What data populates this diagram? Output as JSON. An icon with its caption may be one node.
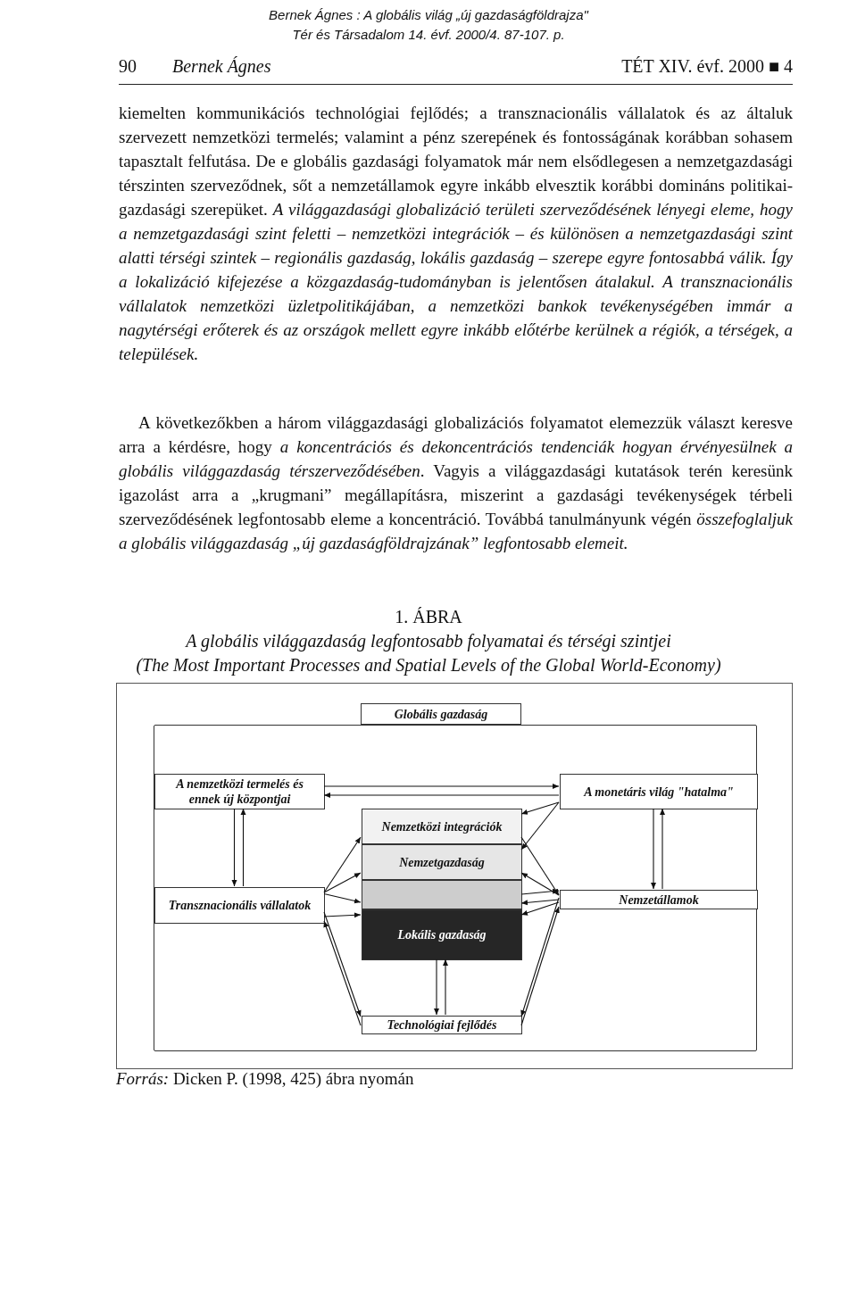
{
  "diagram": {
    "title": "A globális világgazdaság legfontosabb folyamatai és térségi szintjei",
    "caption": "*Forrás:* Dicken P. (1998, 425) ábra nyomán",
    "nodes": [
      {
        "text": [
          "Globális gazdaság"
        ]
      },
      {
        "text": [],
        "shape": "box"
      },
      {
        "text": [
          "A nemzetközi termelés és ennek új központjai"
        ],
        "in": 1
      },
      {
        "text": [
          "A monetáris világ \"hatalma\""
        ],
        "in": 1
      },
      {
        "text": [
          "Nemzetközi integrációk"
        ],
        "in": 1
      },
      {
        "text": [
          "Nemzetgazdaság"
        ],
        "in": 1
      },
      {
        "text": [],
        "shape": "bar",
        "in": 1
      },
      {
        "text": [
          "Transznacionális vállalatok"
        ],
        "in": 1
      },
      {
        "text": [
          "Nemzetállamok"
        ],
        "in": 1
      },
      {
        "text": [
          "Lokális gazdaság"
        ],
        "in": 1
      },
      {
        "text": [
          "Technológiai fejlődés"
        ],
        "in": 1
      }
    ],
    "edges": [
      {
        "from": 2,
        "to": 3,
        "arrow": "to"
      },
      {
        "from": 3,
        "to": 2,
        "arrow": "to"
      },
      {
        "from": 2,
        "to": 7,
        "arrow": "to"
      },
      {
        "from": 7,
        "to": 2,
        "arrow": "to"
      },
      {
        "from": 3,
        "to": 8,
        "arrow": "to"
      },
      {
        "from": 8,
        "to": 3,
        "arrow": "to"
      },
      {
        "from": 7,
        "to": 4,
        "arrow": "to"
      },
      {
        "from": 7,
        "to": 5,
        "arrow": "to"
      },
      {
        "from": 7,
        "to": 6,
        "arrow": "to"
      },
      {
        "from": 7,
        "to": 9,
        "arrow": "to"
      },
      {
        "from": 3,
        "to": 4,
        "arrow": "to"
      },
      {
        "from": 3,
        "to": 5,
        "arrow": "to"
      },
      {
        "from": 4,
        "to": 8,
        "arrow": "to"
      },
      {
        "from": 8,
        "to": 5,
        "arrow": "to"
      },
      {
        "from": 8,
        "to": 6,
        "arrow": "to"
      },
      {
        "from": 6,
        "to": 8,
        "arrow": "to"
      },
      {
        "from": 8,
        "to": 9,
        "arrow": "to"
      },
      {
        "from": 7,
        "to": 10,
        "arrow": "to"
      },
      {
        "from": 10,
        "to": 7,
        "arrow": "to"
      },
      {
        "from": 9,
        "to": 10,
        "arrow": "to"
      },
      {
        "from": 10,
        "to": 9,
        "arrow": "to"
      },
      {
        "from": 10,
        "to": 8,
        "arrow": "to"
      },
      {
        "from": 8,
        "to": 10,
        "arrow": "to"
      }
    ],
    "labels": [
      "Bernek Ágnes : A globális világ „új gazdaságföldrajza\"",
      "Tér és Társadalom 14. évf. 2000/4. 87-107. p.",
      "90",
      "Bernek Ágnes",
      "TÉT XIV. évf. 2000 ■ 4",
      "kiemelten kommunikációs technológiai fejlődés; a transznacionális vállalatok és az általuk szervezett nemzetközi termelés; valamint a pénz szerepének és fontosságának korábban sohasem tapasztalt felfutása. De e globális gazdasági folyamatok már nem elsődlegesen a nemzetgazdasági térszinten szerveződnek, sőt a nemzetállamok egyre inkább elvesztik korábbi domináns politikai-gazdasági szerepüket. *A világgazdasági globalizáció területi szerveződésének lényegi eleme, hogy a nemzetgazdasági szint feletti – nemzetközi integrációk – és különösen a nemzetgazdasági szint alatti térségi szintek – regionális gazdaság, lokális gazdaság – szerepe egyre fontosabbá válik. Így a lokalizáció kifejezése a közgazdaság-tudományban is jelentősen átalakul. A transznacionális vállalatok nemzetközi üzletpolitikájában, a nemzetközi bankok tevékenységében immár a nagytérségi erőterek és az országok mellett egyre inkább előtérbe kerülnek a régiók, a térségek, a települések.*",
      "A következőkben a három világgazdasági globalizációs folyamatot elemezzük választ keresve arra a kérdésre, hogy *a koncentrációs és dekoncentrációs tendenciák hogyan érvényesülnek a globális világgazdaság térszerveződésében*. Vagyis a világgazdasági kutatások terén keresünk igazolást arra a „krugmani” megállapításra, miszerint a gazdasági tevékenységek térbeli szerveződésének legfontosabb eleme a koncentráció. Továbbá tanulmányunk végén *összefoglaljuk a globális világgazdaság „új gazdaságföldrajzának” legfontosabb elemeit.*",
      "1. ÁBRA",
      "(The Most Important Processes and Spatial Levels of the Global World-Economy)"
    ]
  }
}
